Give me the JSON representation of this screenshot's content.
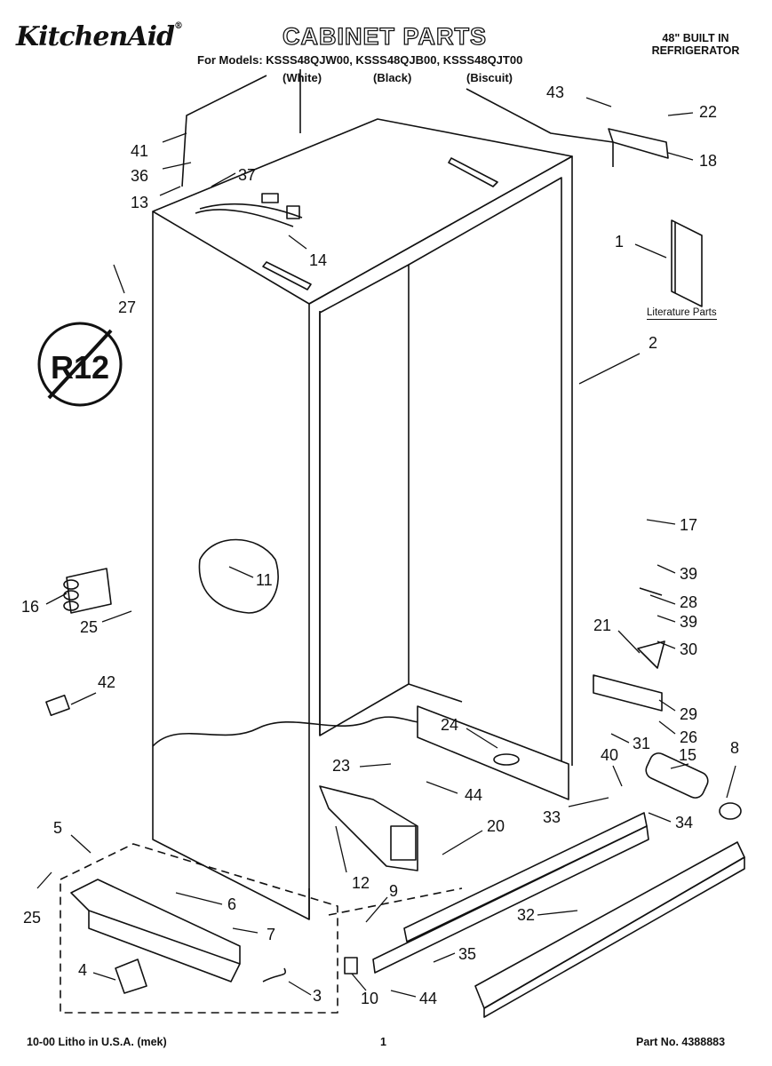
{
  "header": {
    "brand": "KitchenAid",
    "brand_mark": "®",
    "title": "CABINET PARTS",
    "product_line1": "48\" BUILT IN",
    "product_line2": "REFRIGERATOR",
    "models_line": "For Models: KSSS48QJW00, KSSS48QJB00, KSSS48QJT00",
    "variants": [
      "(White)",
      "(Black)",
      "(Biscuit)"
    ]
  },
  "diagram": {
    "literature_label": "Literature Parts",
    "badge_text": "R12",
    "callouts": [
      "41",
      "36",
      "37",
      "13",
      "14",
      "43",
      "22",
      "18",
      "1",
      "27",
      "2",
      "17",
      "39",
      "28",
      "39",
      "21",
      "30",
      "29",
      "26",
      "31",
      "11",
      "16",
      "25",
      "42",
      "24",
      "23",
      "44",
      "40",
      "15",
      "8",
      "33",
      "34",
      "20",
      "5",
      "25",
      "6",
      "12",
      "9",
      "7",
      "32",
      "35",
      "4",
      "3",
      "10",
      "44"
    ]
  },
  "footer": {
    "left": "10-00 Litho in U.S.A. (mek)",
    "page": "1",
    "part_number": "Part No. 4388883"
  }
}
